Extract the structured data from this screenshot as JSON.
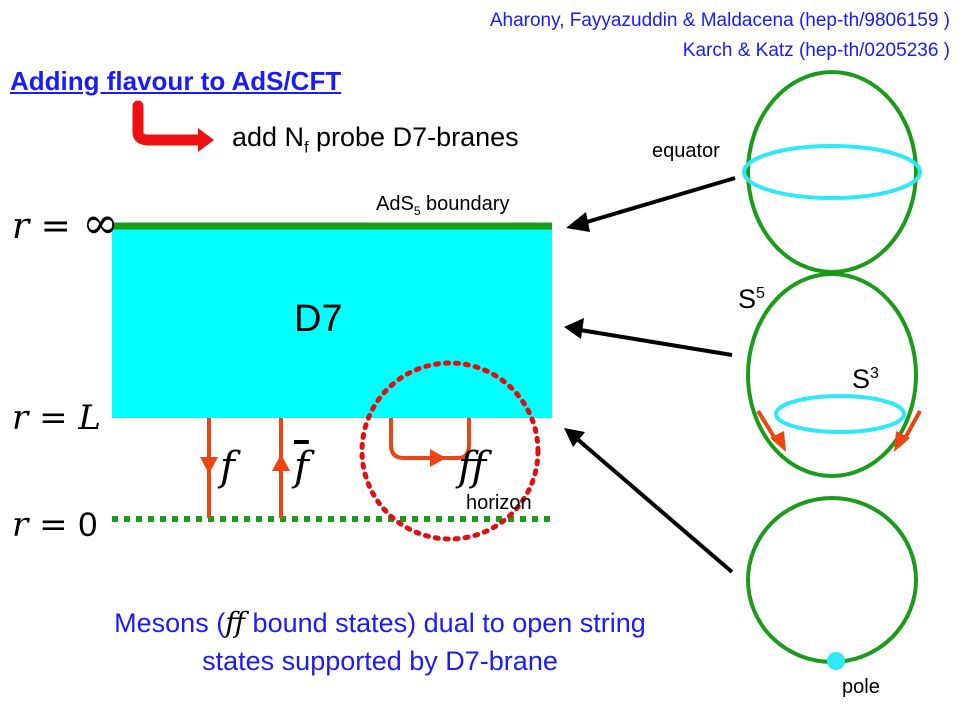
{
  "references": {
    "ref1": "Aharony, Fayyazuddin & Maldacena (hep-th/9806159 )",
    "ref2": "Karch & Katz (hep-th/0205236 )"
  },
  "title": "Adding flavour to AdS/CFT",
  "add_text": {
    "prefix": "add N",
    "sub": "f",
    "suffix": " probe D7-branes"
  },
  "labels": {
    "ads5_prefix": "AdS",
    "ads5_sub": "5",
    "ads5_suffix": " boundary",
    "d7": "D7",
    "horizon": "horizon",
    "equator": "equator",
    "pole": "pole",
    "s5": "S",
    "s5_sup": "5",
    "s3": "S",
    "s3_sup": "3"
  },
  "radial": {
    "r_infinity": {
      "var": "r",
      "eq": " = ",
      "val": "∞"
    },
    "r_L": {
      "var": "r",
      "eq": " = ",
      "val": "L"
    },
    "r_zero": {
      "var": "r",
      "eq": " = ",
      "val": "0"
    }
  },
  "quarks": {
    "f": "f",
    "fbar": "f",
    "pair_f": "f",
    "pair_fbar": "f"
  },
  "caption": {
    "line1_prefix": "Mesons (",
    "line1_f": "f",
    "line1_fbar": "f",
    "line1_suffix": " bound states) dual to open string",
    "line2": "states supported by D7-brane"
  },
  "colors": {
    "blue_text": "#1a1aff",
    "d7_fill": "#00ffff",
    "boundary": "#1a9b1a",
    "quark_line": "#ee4411",
    "circle_green": "#1a9b1a",
    "s3_cyan": "#2fe8f5"
  }
}
